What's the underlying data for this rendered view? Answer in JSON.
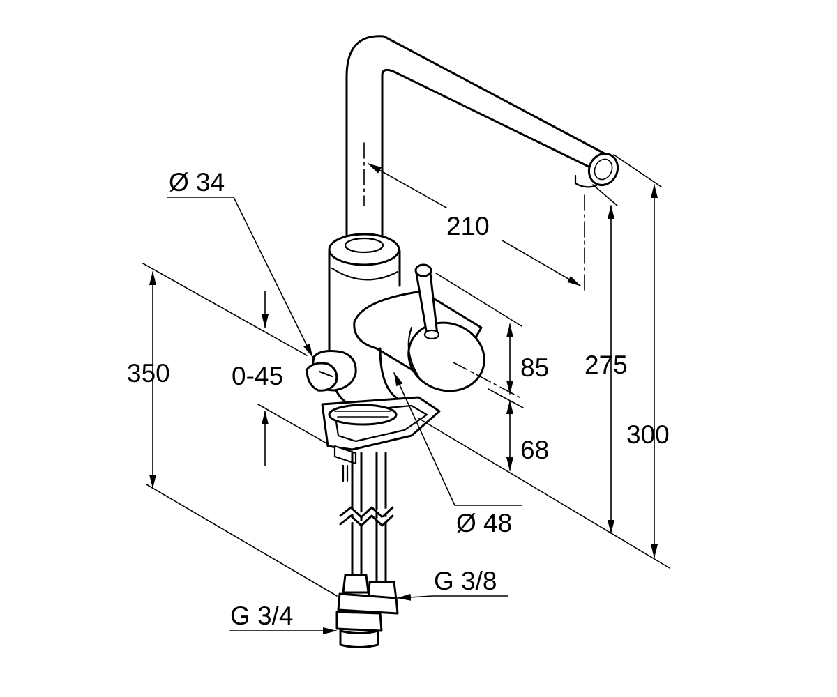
{
  "dimensions": {
    "d34": "Ø 34",
    "d210": "210",
    "d350": "350",
    "d045": "0-45",
    "d85": "85",
    "d275": "275",
    "d300": "300",
    "d68": "68",
    "d48": "Ø 48",
    "g38": "G 3/8",
    "g34": "G 3/4"
  }
}
